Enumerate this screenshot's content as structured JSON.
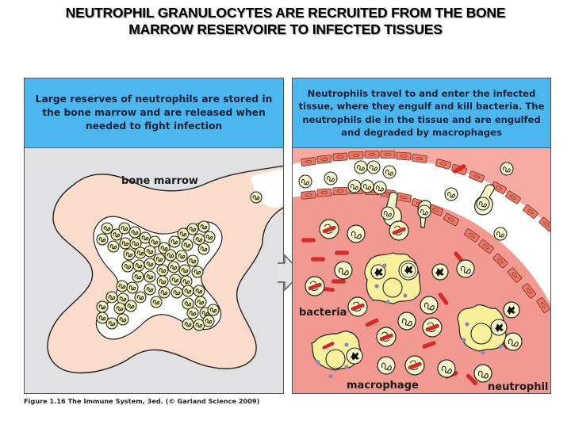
{
  "title": {
    "line1": "NEUTROPHIL GRANULOCYTES ARE RECRUITED FROM THE BONE",
    "line2": "MARROW RESERVOIRE TO INFECTED TISSUES"
  },
  "left_panel": {
    "header": "Large reserves of neutrophils are stored in the bone marrow and are released when needed to fight infection",
    "labels": {
      "bone_marrow": "bone marrow"
    }
  },
  "right_panel": {
    "header": "Neutrophils travel to and enter the infected tissue, where they engulf and kill bacteria. The neutrophils die in the tissue and are engulfed and degraded by macrophages",
    "labels": {
      "bacteria": "bacteria",
      "macrophage": "macrophage",
      "neutrophil": "neutrophil"
    }
  },
  "caption": "Figure 1.16 The Immune System, 3ed. (© Garland Science 2009)",
  "colors": {
    "header_blue": "#4cb7ef",
    "left_background": "#e1e1e3",
    "bone_marrow": "#fbdccc",
    "right_background": "#f6aaa2",
    "neutrophil_fill": "#f8f5c8",
    "bacteria": "#d42a2a",
    "macrophage_fill": "#f8f09a",
    "endothelial_cell": "#ea7a68"
  }
}
